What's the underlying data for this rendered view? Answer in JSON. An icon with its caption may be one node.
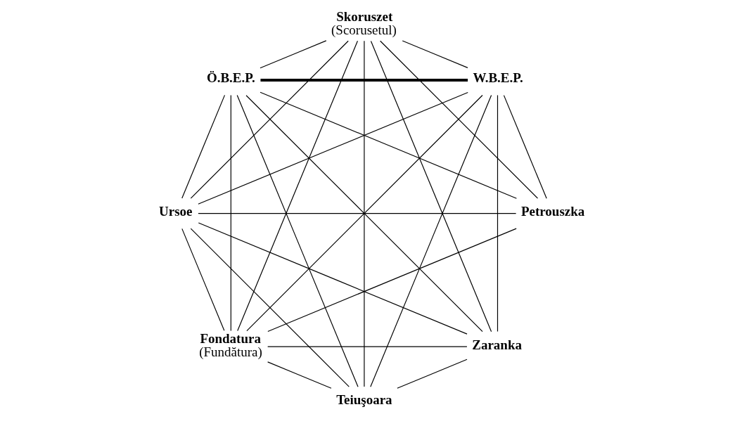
{
  "diagram": {
    "nodes": [
      {
        "text": [
          "Fondatura",
          "(Fundătura)"
        ]
      },
      {
        "text": [
          "Petrouszka"
        ]
      },
      {
        "text": [
          "W.B.E.P."
        ]
      },
      {
        "text": [
          "Zaranka"
        ]
      },
      {
        "text": [
          "Ö.B.E.P."
        ]
      },
      {
        "text": [
          "Ursoe"
        ]
      },
      {
        "text": [
          "Teiuşoara"
        ]
      },
      {
        "text": [
          "Skoruszet",
          "(Scorusetul)"
        ]
      }
    ],
    "edges": [
      {
        "from": 0,
        "to": 1,
        "arrow": "none"
      },
      {
        "from": 0,
        "to": 2,
        "arrow": "none"
      },
      {
        "from": 0,
        "to": 3,
        "arrow": "none"
      },
      {
        "from": 0,
        "to": 7,
        "arrow": "none"
      },
      {
        "from": 0,
        "to": 5,
        "arrow": "none"
      },
      {
        "from": 0,
        "to": 4,
        "arrow": "none"
      },
      {
        "from": 0,
        "to": 6,
        "arrow": "none"
      },
      {
        "from": 1,
        "to": 2,
        "arrow": "none"
      },
      {
        "from": 1,
        "to": 4,
        "arrow": "none"
      },
      {
        "from": 1,
        "to": 5,
        "arrow": "none"
      },
      {
        "from": 1,
        "to": 7,
        "arrow": "none"
      },
      {
        "from": 2,
        "to": 4,
        "arrow": "none",
        "style": "thick"
      },
      {
        "from": 2,
        "to": 3,
        "arrow": "none"
      },
      {
        "from": 2,
        "to": 5,
        "arrow": "none"
      },
      {
        "from": 2,
        "to": 6,
        "arrow": "none"
      },
      {
        "from": 2,
        "to": 7,
        "arrow": "none"
      },
      {
        "from": 3,
        "to": 4,
        "arrow": "none"
      },
      {
        "from": 3,
        "to": 5,
        "arrow": "none"
      },
      {
        "from": 3,
        "to": 6,
        "arrow": "none"
      },
      {
        "from": 3,
        "to": 7,
        "arrow": "none"
      },
      {
        "from": 4,
        "to": 5,
        "arrow": "none"
      },
      {
        "from": 4,
        "to": 6,
        "arrow": "none"
      },
      {
        "from": 4,
        "to": 7,
        "arrow": "none"
      },
      {
        "from": 5,
        "to": 6,
        "arrow": "none"
      },
      {
        "from": 5,
        "to": 7,
        "arrow": "none"
      },
      {
        "from": 6,
        "to": 7,
        "arrow": "none"
      }
    ]
  }
}
